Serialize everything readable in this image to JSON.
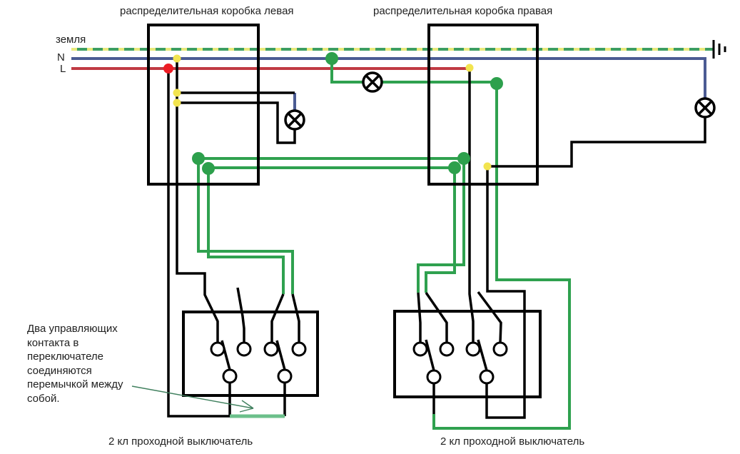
{
  "diagram": {
    "type": "electrical-wiring-schematic",
    "titles": {
      "left_box": "распределительная коробка левая",
      "right_box": "распределительная коробка правая"
    },
    "bus_labels": {
      "ground": "земля",
      "neutral": "N",
      "line": "L"
    },
    "switch_labels": {
      "left": "2 кл проходной выключатель",
      "right": "2 кл проходной выключатель"
    },
    "annotation": {
      "text": "Два управляющих\nконтакта в\nпереключателе\nсоединяются\nперемычкой между\nсобой."
    },
    "colors": {
      "ground_green": "#3c9e62",
      "ground_yellow": "#e9e97c",
      "neutral_blue": "#4b5b93",
      "line_red": "#c03a43",
      "wire_black": "#000000",
      "wire_green": "#2fa14f",
      "jumper_green": "#6cc08b",
      "junction_yellow": "#f2e44f",
      "junction_red": "#ed1c24",
      "junction_green": "#2da04c",
      "annotation_arrow": "#40805e"
    },
    "components": {
      "distribution_boxes": [
        "левая",
        "правая"
      ],
      "lamps": [
        "lamp-left",
        "lamp-middle",
        "lamp-right"
      ],
      "switches": [
        "2-клавишный проходной (левый)",
        "2-клавишный проходной (правый)"
      ],
      "ground_terminal": "earth-symbol"
    }
  }
}
